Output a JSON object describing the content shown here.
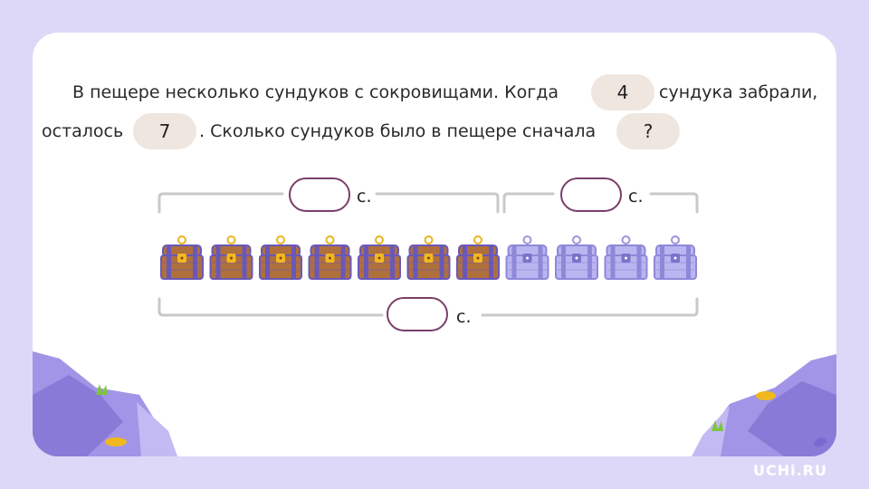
{
  "problem": {
    "line1_a": "В пещере несколько сундуков с сокровищами. Когда",
    "taken": "4",
    "line1_b": "сундука забрали,",
    "line2_a": "осталось",
    "left": "7",
    "line2_b": ". Сколько сундуков было в пещере сначала",
    "question": "?"
  },
  "diagram": {
    "unit": "с.",
    "chests_remaining": 7,
    "chests_taken": 4
  },
  "colors": {
    "background": "#ddd8f8",
    "card": "#ffffff",
    "chest_gold": "#b0703c",
    "chest_faded": "#b9b5f0",
    "slot_border": "#7a3f68",
    "rock": "#a294e6"
  },
  "brand": "UCHi.RU"
}
